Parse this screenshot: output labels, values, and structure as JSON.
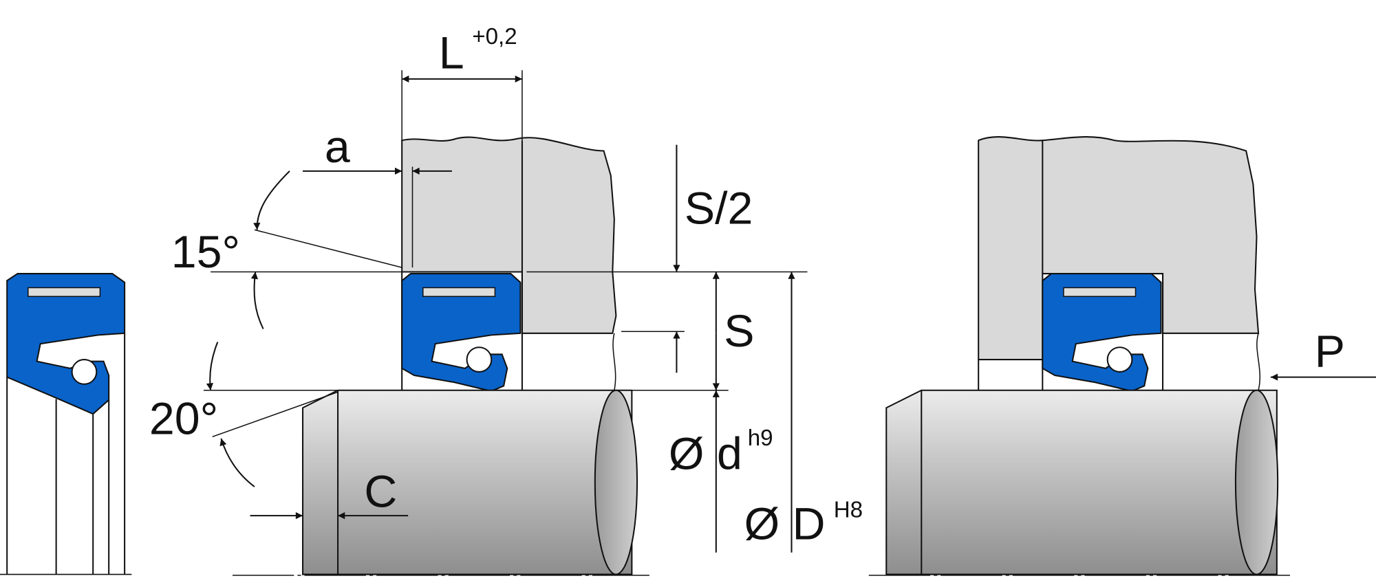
{
  "title": "Rod seal installation drawing",
  "labels": {
    "L": "L",
    "L_tol": "+0,2",
    "a": "a",
    "angle_15": "15°",
    "S_half": "S/2",
    "S": "S",
    "angle_20": "20°",
    "C": "C",
    "d": "Ø d",
    "d_tol": "h9",
    "D": "Ø D",
    "D_tol": "H8",
    "P": "P"
  },
  "colors": {
    "seal": "#0a63c9",
    "housing": "#d8d9d8",
    "shaft": "#b8b8b8"
  }
}
